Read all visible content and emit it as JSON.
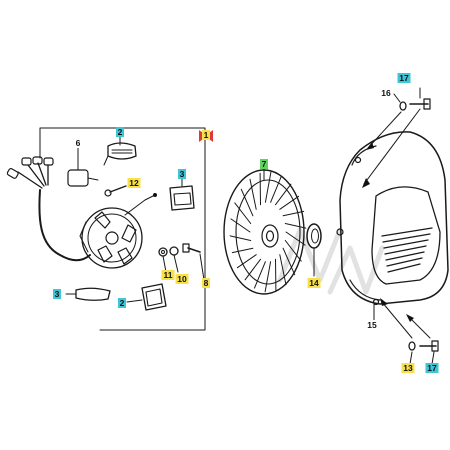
{
  "callouts": [
    {
      "id": "c1",
      "text": "1",
      "highlight": "#f7e04a"
    },
    {
      "id": "c2a",
      "text": "2",
      "highlight": "#3fc6d6"
    },
    {
      "id": "c2b",
      "text": "2",
      "highlight": "#3fc6d6"
    },
    {
      "id": "c3a",
      "text": "3",
      "highlight": "#3fc6d6"
    },
    {
      "id": "c3b",
      "text": "3",
      "highlight": "#3fc6d6"
    },
    {
      "id": "c6",
      "text": "6",
      "highlight": "#ffffff"
    },
    {
      "id": "c7",
      "text": "7",
      "highlight": "#5fd35f"
    },
    {
      "id": "c8",
      "text": "8",
      "highlight": "#f7e04a"
    },
    {
      "id": "c10",
      "text": "10",
      "highlight": "#f7e04a"
    },
    {
      "id": "c11",
      "text": "11",
      "highlight": "#f7e04a"
    },
    {
      "id": "c12",
      "text": "12",
      "highlight": "#f7e04a"
    },
    {
      "id": "c13",
      "text": "13",
      "highlight": "#f7e04a"
    },
    {
      "id": "c14",
      "text": "14",
      "highlight": "#f7e04a"
    },
    {
      "id": "c15",
      "text": "15",
      "highlight": "#ffffff"
    },
    {
      "id": "c16",
      "text": "16",
      "highlight": "#ffffff"
    },
    {
      "id": "c17a",
      "text": "17",
      "highlight": "#3fc6d6"
    },
    {
      "id": "c17b",
      "text": "17",
      "highlight": "#3fc6d6"
    }
  ],
  "icons": {
    "flywheel": "flywheel-fan-icon",
    "stator": "stator-plate-icon",
    "cover": "fan-cover-icon"
  },
  "colors": {
    "line": "#1a1a1a",
    "yellow": "#f7e04a",
    "cyan": "#3fc6d6",
    "green": "#5fd35f",
    "marker": "#e0383a"
  }
}
